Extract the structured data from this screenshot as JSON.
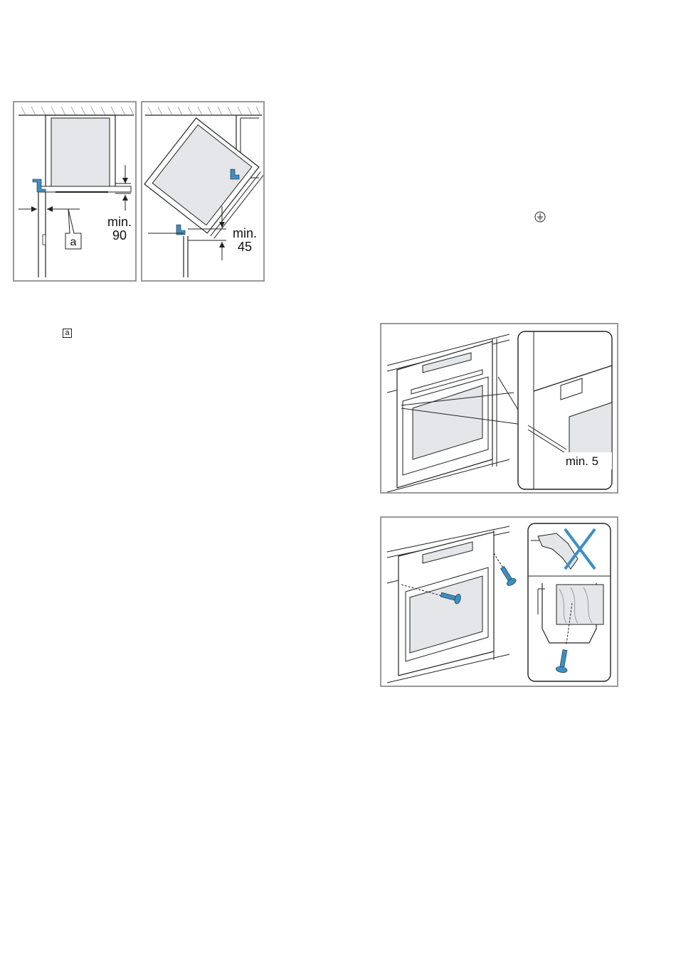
{
  "figures": {
    "cabinet_straight": {
      "ref_label": "a",
      "dimension_label_1": "min.",
      "dimension_value_1": "90"
    },
    "cabinet_corner": {
      "dimension_label_1": "min.",
      "dimension_value_1": "45"
    },
    "oven_gap": {
      "dimension_label": "min. 5"
    },
    "oven_screw": {}
  },
  "inline_marks": {
    "reference_marker": "a",
    "ground_icon": "earth-ground-icon"
  },
  "colors": {
    "accent_blue": "#3a8fc7",
    "panel_gray": "#e4e6ea",
    "line": "#222222",
    "frame": "#9a9a9a"
  }
}
